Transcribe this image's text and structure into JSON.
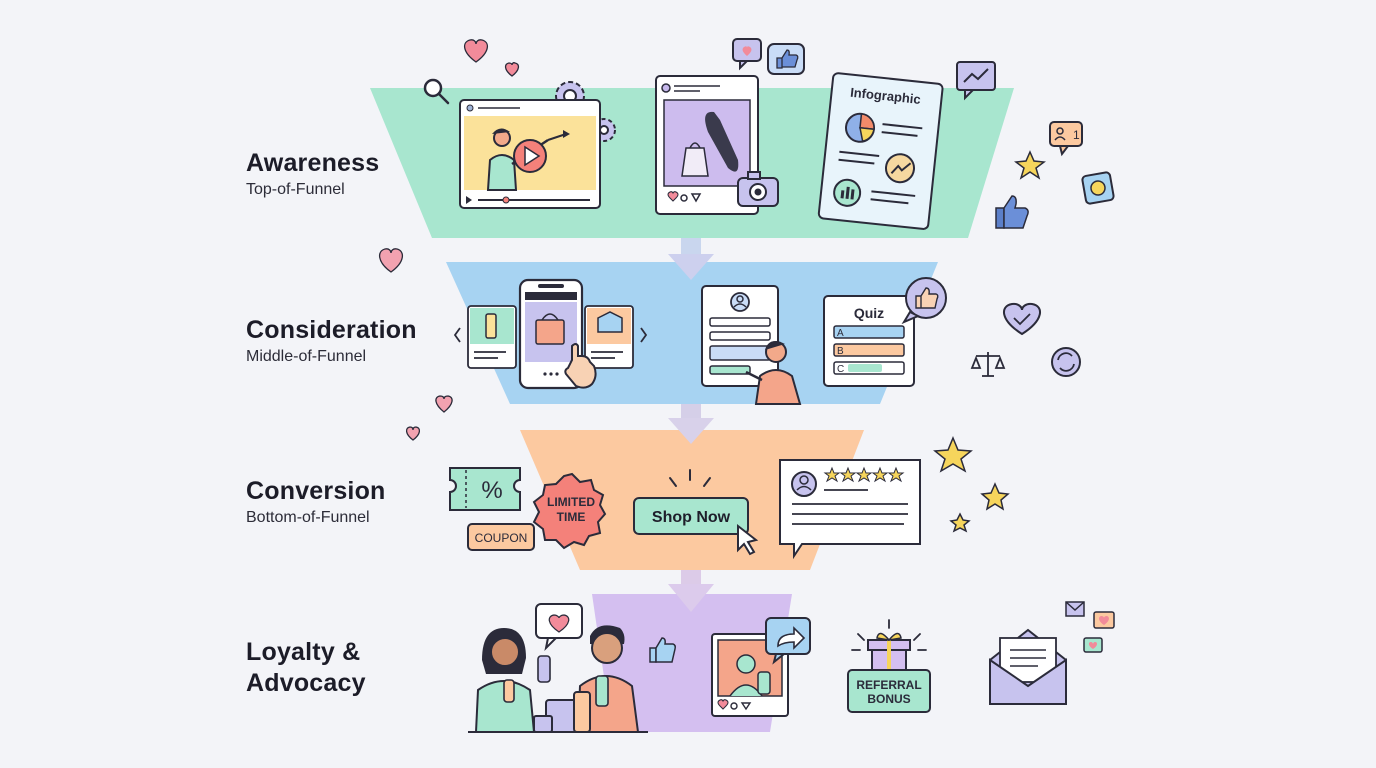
{
  "stages": [
    {
      "title": "Awareness",
      "subtitle": "Top-of-Funnel",
      "color": "#a8e6cf"
    },
    {
      "title": "Consideration",
      "subtitle": "Middle-of-Funnel",
      "color": "#a7d3f2"
    },
    {
      "title": "Conversion",
      "subtitle": "Bottom-of-Funnel",
      "color": "#fcc9a0"
    },
    {
      "title_line1": "Loyalty &",
      "title_line2": "Advocacy",
      "color": "#d4bff0"
    }
  ],
  "labels": {
    "infographic": "Infographic",
    "quiz": "Quiz",
    "quiz_options": [
      "A",
      "B",
      "C"
    ],
    "coupon": "COUPON",
    "coupon_symbol": "%",
    "limited_line1": "LIMITED",
    "limited_line2": "TIME",
    "shop_now": "Shop Now",
    "referral_line1": "REFERRAL",
    "referral_line2": "BONUS",
    "notification_count": "1"
  },
  "colors": {
    "outline": "#2b2b3a",
    "mint": "#a8e6cf",
    "sky": "#a7d3f2",
    "peach": "#fcc9a0",
    "lavender": "#d4bff0",
    "heart": "#f28b9a",
    "star": "#f6d55c",
    "arrow": "#cfcfe8"
  }
}
